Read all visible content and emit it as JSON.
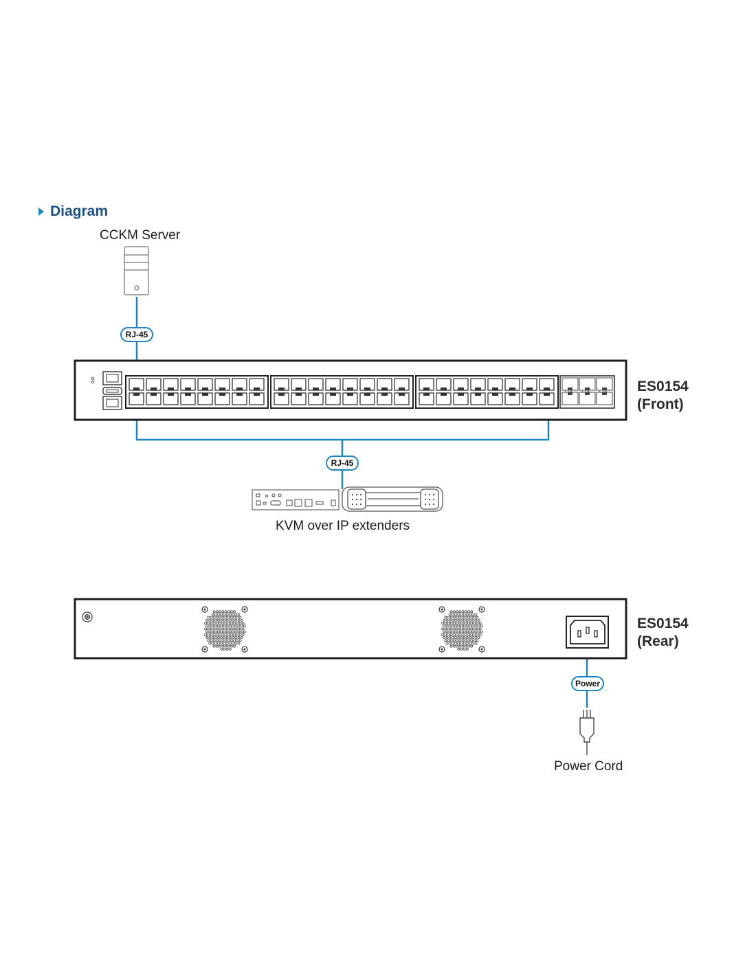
{
  "section": {
    "title": "Diagram"
  },
  "labels": {
    "server": "CCKM Server",
    "extenders": "KVM over IP extenders",
    "power_cord": "Power Cord"
  },
  "devices": {
    "front_model": "ES0154",
    "front_view": "(Front)",
    "rear_model": "ES0154",
    "rear_view": "(Rear)"
  },
  "connections": {
    "server_link": "RJ-45",
    "extender_link": "RJ-45",
    "power_link": "Power"
  },
  "colors": {
    "accent": "#1a86c8",
    "heading": "#1d4f86",
    "outline": "#1f1f1f",
    "device_gray": "#777777"
  }
}
